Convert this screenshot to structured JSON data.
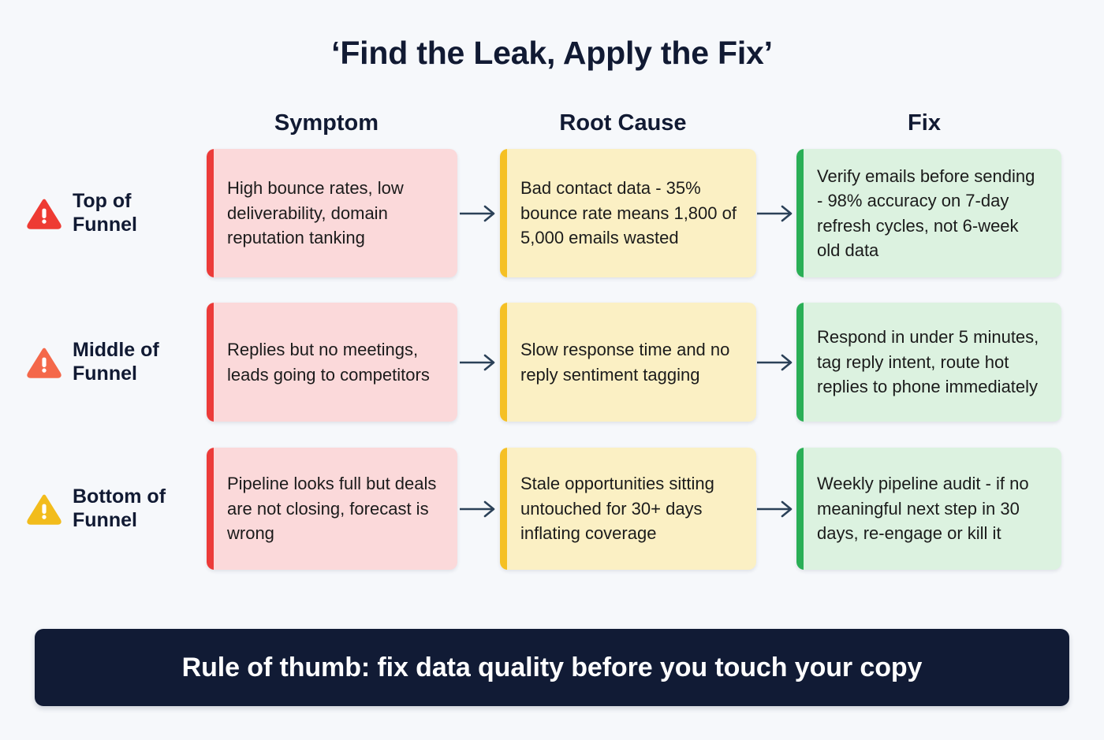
{
  "title": "‘Find the Leak, Apply the Fix’",
  "columns": {
    "symptom": "Symptom",
    "root_cause": "Root Cause",
    "fix": "Fix"
  },
  "rows": [
    {
      "stage": "Top of\nFunnel",
      "icon": "warning-triangle-icon",
      "icon_color": "#ee3b33",
      "symptom": "High bounce rates, low deliverability, domain reputation tanking",
      "root_cause": "Bad contact data - 35% bounce rate means 1,800 of 5,000 emails wasted",
      "fix": "Verify emails before sending - 98% accuracy on 7-day refresh cycles, not 6-week old data"
    },
    {
      "stage": "Middle of\nFunnel",
      "icon": "warning-triangle-icon",
      "icon_color": "#f4684a",
      "symptom": "Replies but no meetings, leads going to competitors",
      "root_cause": "Slow response time and no reply sentiment tagging",
      "fix": "Respond in under 5 minutes, tag reply intent, route hot replies to phone immediately"
    },
    {
      "stage": "Bottom of\nFunnel",
      "icon": "warning-triangle-icon",
      "icon_color": "#f2bc1c",
      "symptom": "Pipeline looks full but deals are not closing, forecast is wrong",
      "root_cause": "Stale opportunities sitting untouched for 30+ days inflating coverage",
      "fix": "Weekly pipeline audit - if no meaningful next step in 30 days, re-engage or kill it"
    }
  ],
  "arrows": {
    "icon": "arrow-right-icon",
    "color": "#2b4158"
  },
  "banner": {
    "text": "Rule of thumb: fix data quality before you touch your copy",
    "background": "#111b35",
    "text_color": "#ffffff"
  },
  "colors": {
    "page_background": "#f6f8fb",
    "heading": "#111a33",
    "symptom_card": "#fbd9da",
    "symptom_accent": "#ec3b39",
    "cause_card": "#fbf0c4",
    "cause_accent": "#f5c024",
    "fix_card": "#dcf2e0",
    "fix_accent": "#2aaf56"
  }
}
